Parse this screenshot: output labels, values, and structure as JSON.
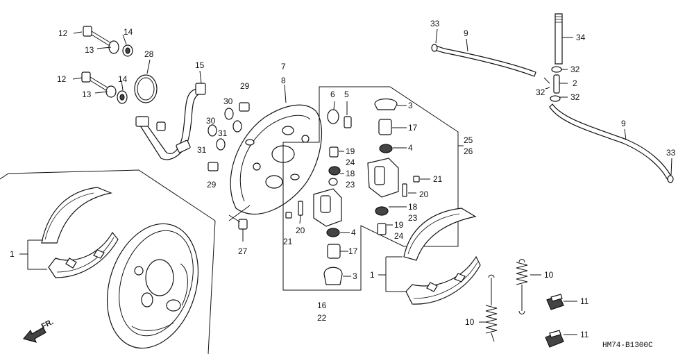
{
  "labels": {
    "l1a": "1",
    "l1b": "1",
    "l2": "2",
    "l3a": "3",
    "l3b": "3",
    "l4a": "4",
    "l4b": "4",
    "l5": "5",
    "l6": "6",
    "l7": "7",
    "l8": "8",
    "l9a": "9",
    "l9b": "9",
    "l10a": "10",
    "l10b": "10",
    "l11a": "11",
    "l11b": "11",
    "l12a": "12",
    "l12b": "12",
    "l13a": "13",
    "l13b": "13",
    "l14a": "14",
    "l14b": "14",
    "l15": "15",
    "l16": "16",
    "l17a": "17",
    "l17b": "17",
    "l18a": "18",
    "l18b": "18",
    "l19a": "19",
    "l19b": "19",
    "l20a": "20",
    "l20b": "20",
    "l21a": "21",
    "l21b": "21",
    "l22": "22",
    "l23a": "23",
    "l23b": "23",
    "l24a": "24",
    "l24b": "24",
    "l25": "25",
    "l26": "26",
    "l27": "27",
    "l28": "28",
    "l29a": "29",
    "l29b": "29",
    "l30a": "30",
    "l30b": "30",
    "l31a": "31",
    "l31b": "31",
    "l32a": "32",
    "l32b": "32",
    "l32c": "32",
    "l33a": "33",
    "l33b": "33",
    "l34": "34"
  },
  "direction_label": "FR.",
  "diagram_code": "HM74-B1300C"
}
